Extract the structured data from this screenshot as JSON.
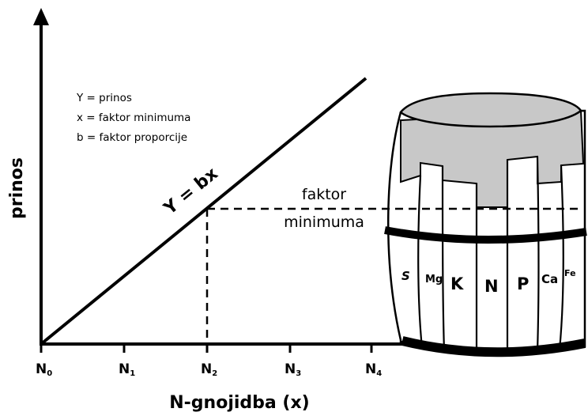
{
  "axes": {
    "y_label": "prinos",
    "x_label": "N-gnojidba (x)",
    "x_ticks": [
      {
        "main": "N",
        "sub": "0"
      },
      {
        "main": "N",
        "sub": "1"
      },
      {
        "main": "N",
        "sub": "2"
      },
      {
        "main": "N",
        "sub": "3"
      },
      {
        "main": "N",
        "sub": "4"
      }
    ]
  },
  "line_label": "Y = bx",
  "legend": {
    "items": [
      "Y = prinos",
      "x = faktor minimuma",
      "b = faktor proporcije"
    ]
  },
  "annotation": {
    "line1": "faktor",
    "line2": "minimuma"
  },
  "barrel": {
    "staves": [
      "S",
      "Mg",
      "K",
      "N",
      "P",
      "Ca",
      "Fe"
    ],
    "fill_color": "#c8c8c8"
  }
}
